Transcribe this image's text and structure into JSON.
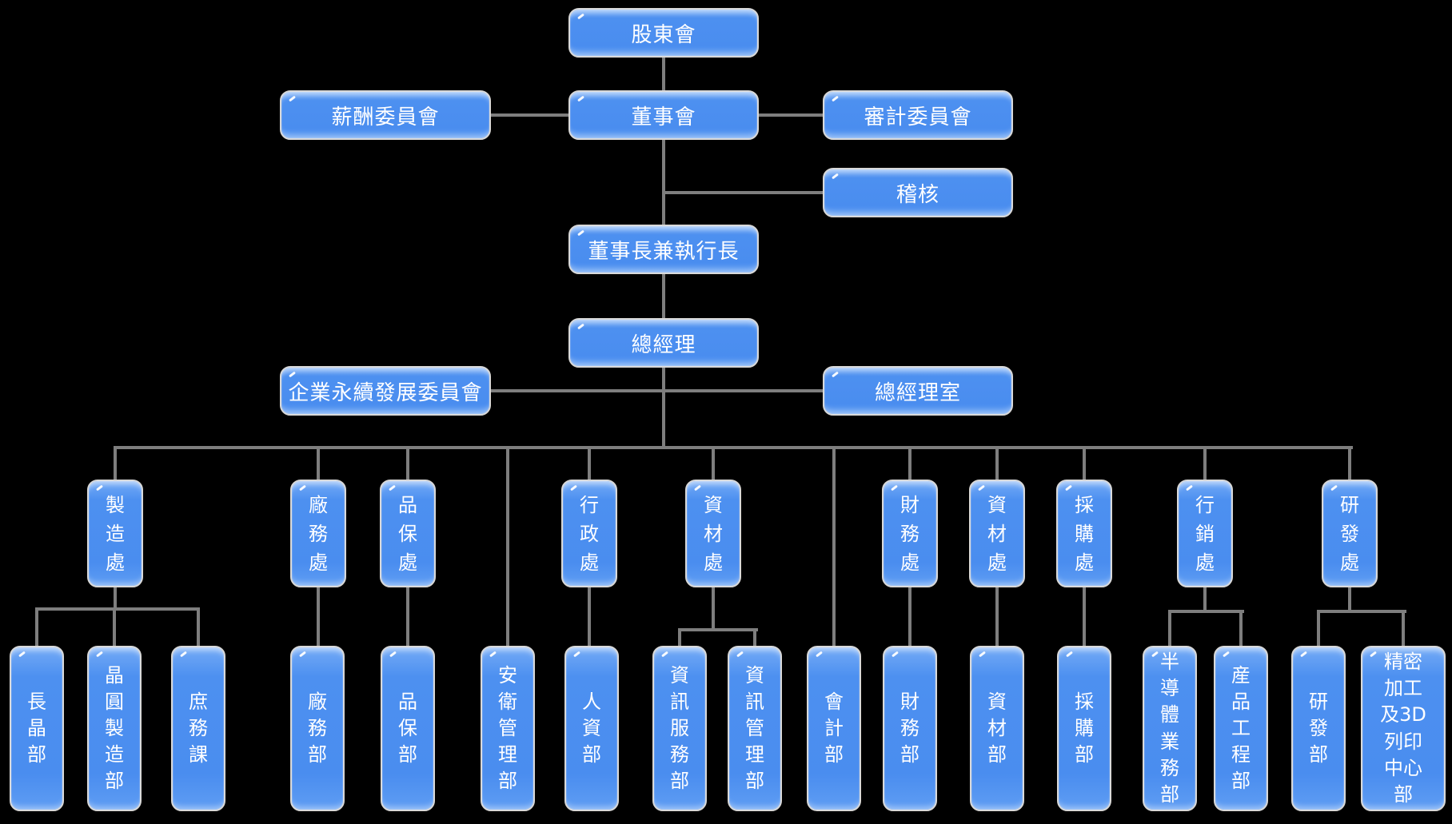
{
  "colors": {
    "background": "#000000",
    "box_fill": "#4a8def",
    "box_highlight": "#73aaf6",
    "box_border": "#d9d9d9",
    "text": "#ffffff",
    "connector": "#7e7e7e"
  },
  "nodes": {
    "shareholders": {
      "label": "股東會"
    },
    "compensation_committee": {
      "label": "薪酬委員會"
    },
    "board": {
      "label": "董事會"
    },
    "audit_committee": {
      "label": "審計委員會"
    },
    "internal_audit": {
      "label": "稽核"
    },
    "chairman_ceo": {
      "label": "董事長兼執行長"
    },
    "president": {
      "label": "總經理"
    },
    "esg_committee": {
      "label": "企業永續發展委員會"
    },
    "president_office": {
      "label": "總經理室"
    },
    "manufacturing_div": {
      "label": "製造處"
    },
    "facility_div": {
      "label": "廠務處"
    },
    "qa_div": {
      "label": "品保處"
    },
    "admin_div": {
      "label": "行政處"
    },
    "materials_div": {
      "label": "資材處"
    },
    "finance_div": {
      "label": "財務處"
    },
    "materials_div_2": {
      "label": "資材處"
    },
    "procurement_div": {
      "label": "採購處"
    },
    "marketing_div": {
      "label": "行銷處"
    },
    "rnd_div": {
      "label": "研發處"
    },
    "crystal_growth_dept": {
      "label": "長晶部"
    },
    "wafer_mfg_dept": {
      "label": "晶圓製造部"
    },
    "general_affairs_sect": {
      "label": "庶務課"
    },
    "facility_dept": {
      "label": "廠務部"
    },
    "qa_dept": {
      "label": "品保部"
    },
    "safety_health_dept": {
      "label": "安衛管理部"
    },
    "hr_dept": {
      "label": "人資部"
    },
    "it_service_dept": {
      "label": "資訊服務部"
    },
    "it_mgmt_dept": {
      "label": "資訊管理部"
    },
    "accounting_dept": {
      "label": "會計部"
    },
    "finance_dept": {
      "label": "財務部"
    },
    "materials_dept": {
      "label": "資材部"
    },
    "procurement_dept": {
      "label": "採購部"
    },
    "semiconductor_sales_dept": {
      "label": "半導體業務部"
    },
    "product_eng_dept": {
      "label": "産品工程部"
    },
    "rnd_dept": {
      "label": "研發部"
    },
    "precision_3d_center": {
      "label": "精密加工及3D列印中心部"
    }
  },
  "edges": [
    [
      "shareholders",
      "board"
    ],
    [
      "board",
      "compensation_committee"
    ],
    [
      "board",
      "audit_committee"
    ],
    [
      "board",
      "internal_audit"
    ],
    [
      "board",
      "chairman_ceo"
    ],
    [
      "chairman_ceo",
      "president"
    ],
    [
      "president",
      "esg_committee"
    ],
    [
      "president",
      "president_office"
    ],
    [
      "president",
      "manufacturing_div"
    ],
    [
      "president",
      "facility_div"
    ],
    [
      "president",
      "qa_div"
    ],
    [
      "president",
      "safety_health_dept"
    ],
    [
      "president",
      "admin_div"
    ],
    [
      "president",
      "materials_div"
    ],
    [
      "president",
      "accounting_dept"
    ],
    [
      "president",
      "finance_div"
    ],
    [
      "president",
      "materials_div_2"
    ],
    [
      "president",
      "procurement_div"
    ],
    [
      "president",
      "marketing_div"
    ],
    [
      "president",
      "rnd_div"
    ],
    [
      "manufacturing_div",
      "crystal_growth_dept"
    ],
    [
      "manufacturing_div",
      "wafer_mfg_dept"
    ],
    [
      "manufacturing_div",
      "general_affairs_sect"
    ],
    [
      "facility_div",
      "facility_dept"
    ],
    [
      "qa_div",
      "qa_dept"
    ],
    [
      "admin_div",
      "hr_dept"
    ],
    [
      "materials_div",
      "it_service_dept"
    ],
    [
      "materials_div",
      "it_mgmt_dept"
    ],
    [
      "finance_div",
      "finance_dept"
    ],
    [
      "materials_div_2",
      "materials_dept"
    ],
    [
      "procurement_div",
      "procurement_dept"
    ],
    [
      "marketing_div",
      "semiconductor_sales_dept"
    ],
    [
      "marketing_div",
      "product_eng_dept"
    ],
    [
      "rnd_div",
      "rnd_dept"
    ],
    [
      "rnd_div",
      "precision_3d_center"
    ]
  ]
}
